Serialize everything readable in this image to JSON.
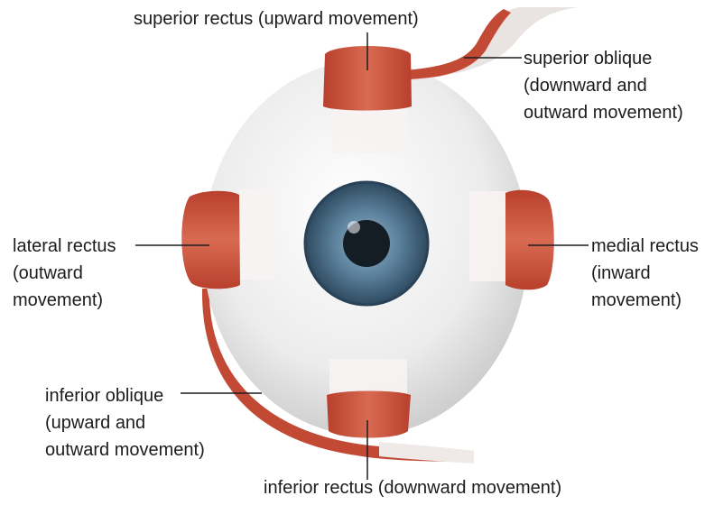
{
  "diagram": {
    "labels": {
      "superior_rectus": [
        "superior rectus (upward movement)"
      ],
      "superior_oblique": [
        "superior oblique",
        "(downward and",
        "outward movement)"
      ],
      "lateral_rectus": [
        "lateral rectus",
        "(outward",
        "movement)"
      ],
      "medial_rectus": [
        "medial rectus",
        "(inward",
        "movement)"
      ],
      "inferior_oblique": [
        "inferior oblique",
        "(upward and",
        "outward movement)"
      ],
      "inferior_rectus": [
        "inferior rectus (downward movement)"
      ]
    },
    "colors": {
      "muscle": "#c8503a",
      "muscle_dark": "#a83a28",
      "tendon": "#e8e4e2",
      "sclera": "#f2f2f2",
      "iris": "#4a6a82",
      "pupil": "#141c24",
      "leader_line": "#1c1c1c"
    }
  }
}
